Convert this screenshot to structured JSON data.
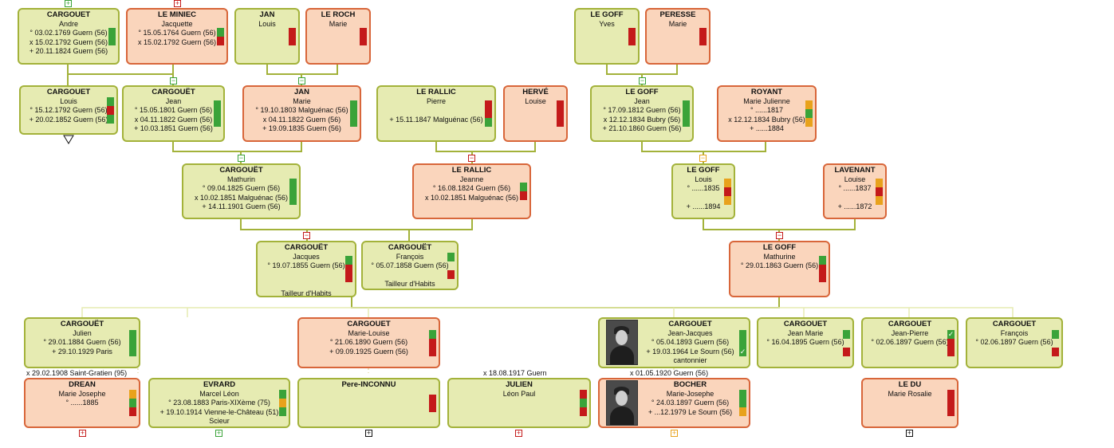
{
  "colors": {
    "flag_green": "#3aa339",
    "flag_red": "#c41a1a",
    "flag_orange": "#e8a21c",
    "male_border": "#a3b23a",
    "female_border": "#d8663a"
  },
  "people": [
    {
      "id": "cargouet-andre",
      "sex": "m",
      "name": "CARGOUET",
      "first": "Andre",
      "events": [
        "° 03.02.1769 Guern (56)",
        "x 15.02.1792 Guern (56)",
        "+ 20.11.1824 Guern (56)"
      ],
      "flags": [
        "green",
        "green"
      ]
    },
    {
      "id": "le-miniec-jacquette",
      "sex": "f",
      "name": "LE MINIEC",
      "first": "Jacquette",
      "events": [
        "° 15.05.1764 Guern (56)",
        "x 15.02.1792 Guern (56)"
      ],
      "flags": [
        "green",
        "red"
      ]
    },
    {
      "id": "jan-louis",
      "sex": "m",
      "name": "JAN",
      "first": "Louis",
      "events": [],
      "flags": [
        "red",
        "red"
      ]
    },
    {
      "id": "le-roch-marie",
      "sex": "f",
      "name": "LE ROCH",
      "first": "Marie",
      "events": [],
      "flags": [
        "red",
        "red"
      ]
    },
    {
      "id": "le-goff-yves",
      "sex": "m",
      "name": "LE GOFF",
      "first": "Yves",
      "events": [],
      "flags": [
        "red",
        "red"
      ]
    },
    {
      "id": "peresse-marie",
      "sex": "f",
      "name": "PERESSE",
      "first": "Marie",
      "events": [],
      "flags": [
        "red",
        "red"
      ]
    },
    {
      "id": "cargouet-louis",
      "sex": "m",
      "name": "CARGOUET",
      "first": "Louis",
      "events": [
        "° 15.12.1792 Guern (56)",
        "+ 20.02.1852 Guern (56)"
      ],
      "flags": [
        "green",
        "red",
        "green"
      ]
    },
    {
      "id": "cargouet-jean",
      "sex": "m",
      "name": "CARGOUËT",
      "first": "Jean",
      "events": [
        "° 15.05.1801 Guern (56)",
        "x 04.11.1822 Guern (56)",
        "+ 10.03.1851 Guern (56)"
      ],
      "flags": [
        "green",
        "green",
        "green"
      ]
    },
    {
      "id": "jan-marie",
      "sex": "f",
      "name": "JAN",
      "first": "Marie",
      "events": [
        "° 19.10.1803 Malguénac (56)",
        "x 04.11.1822 Guern (56)",
        "+ 19.09.1835 Guern (56)"
      ],
      "flags": [
        "green",
        "green",
        "green"
      ]
    },
    {
      "id": "le-rallic-pierre",
      "sex": "m",
      "name": "LE RALLIC",
      "first": "Pierre",
      "events": [
        "",
        "+ 15.11.1847 Malguénac (56)"
      ],
      "flags": [
        "red",
        "red",
        "green"
      ]
    },
    {
      "id": "herve-louise",
      "sex": "f",
      "name": "HERVÉ",
      "first": "Louise",
      "events": [],
      "flags": [
        "red",
        "red",
        "red"
      ]
    },
    {
      "id": "le-goff-jean",
      "sex": "m",
      "name": "LE GOFF",
      "first": "Jean",
      "events": [
        "° 17.09.1812 Guern (56)",
        "x 12.12.1834 Bubry (56)",
        "+ 21.10.1860 Guern (56)"
      ],
      "flags": [
        "green",
        "green",
        "green"
      ]
    },
    {
      "id": "royant-marie-julienne",
      "sex": "f",
      "name": "ROYANT",
      "first": "Marie Julienne",
      "events": [
        "° ......1817",
        "x 12.12.1834 Bubry (56)",
        "+ ......1884"
      ],
      "flags": [
        "orange",
        "green",
        "orange"
      ]
    },
    {
      "id": "cargouet-mathurin",
      "sex": "m",
      "name": "CARGOUËT",
      "first": "Mathurin",
      "events": [
        "° 09.04.1825 Guern (56)",
        "x 10.02.1851 Malguénac (56)",
        "+ 14.11.1901 Guern (56)"
      ],
      "flags": [
        "green",
        "green",
        "green"
      ]
    },
    {
      "id": "le-rallic-jeanne",
      "sex": "f",
      "name": "LE RALLIC",
      "first": "Jeanne",
      "events": [
        "° 16.08.1824 Guern (56)",
        "x 10.02.1851 Malguénac (56)"
      ],
      "flags": [
        "green",
        "red"
      ]
    },
    {
      "id": "le-goff-louis",
      "sex": "m",
      "name": "LE GOFF",
      "first": "Louis",
      "events": [
        "° ......1835",
        "",
        "+ ......1894"
      ],
      "flags": [
        "orange",
        "red",
        "orange"
      ]
    },
    {
      "id": "lavenant-louise",
      "sex": "f",
      "name": "LAVENANT",
      "first": "Louise",
      "events": [
        "° ......1837",
        "",
        "+ ......1872"
      ],
      "flags": [
        "orange",
        "red",
        "orange"
      ]
    },
    {
      "id": "cargouet-jacques",
      "sex": "m",
      "name": "CARGOUËT",
      "first": "Jacques",
      "events": [
        "° 19.07.1855 Guern (56)"
      ],
      "note": "Tailleur d'Habits",
      "flags": [
        "green",
        "red",
        "red"
      ]
    },
    {
      "id": "cargouet-francois-1858",
      "sex": "m",
      "name": "CARGOUËT",
      "first": "François",
      "events": [
        "° 05.07.1858 Guern (56)"
      ],
      "note": "Tailleur d'Habits",
      "flags": [
        "green",
        "",
        "red"
      ]
    },
    {
      "id": "le-goff-mathurine",
      "sex": "f",
      "name": "LE GOFF",
      "first": "Mathurine",
      "events": [
        "° 29.01.1863 Guern (56)"
      ],
      "flags": [
        "green",
        "red",
        "red"
      ]
    },
    {
      "id": "cargouet-julien",
      "sex": "m",
      "name": "CARGOUËT",
      "first": "Julien",
      "events": [
        "° 29.01.1884 Guern (56)",
        "+ 29.10.1929 Paris"
      ],
      "flags": [
        "green",
        "green",
        "green"
      ]
    },
    {
      "id": "cargouet-marie-louise",
      "sex": "f",
      "name": "CARGOUET",
      "first": "Marie-Louise",
      "events": [
        "° 21.06.1890 Guern (56)",
        "+ 09.09.1925 Guern (56)"
      ],
      "flags": [
        "green",
        "red",
        "red"
      ]
    },
    {
      "id": "cargouet-jean-jacques",
      "sex": "m",
      "name": "CARGOUET",
      "first": "Jean-Jacques",
      "events": [
        "° 05.04.1893 Guern (56)",
        "+ 19.03.1964 Le Sourn (56)"
      ],
      "note": "cantonnier",
      "flags": [
        "green",
        "green",
        "check"
      ]
    },
    {
      "id": "cargouet-jean-marie",
      "sex": "m",
      "name": "CARGOUET",
      "first": "Jean Marie",
      "events": [
        "° 16.04.1895 Guern (56)"
      ],
      "flags": [
        "green",
        "",
        "red"
      ]
    },
    {
      "id": "cargouet-jean-pierre",
      "sex": "m",
      "name": "CARGOUET",
      "first": "Jean-Pierre",
      "events": [
        "° 02.06.1897 Guern (56)"
      ],
      "flags": [
        "check",
        "red",
        "red"
      ]
    },
    {
      "id": "cargouet-francois-1897",
      "sex": "m",
      "name": "CARGOUET",
      "first": "François",
      "events": [
        "° 02.06.1897 Guern (56)"
      ],
      "flags": [
        "green",
        "",
        "red"
      ]
    },
    {
      "id": "drean-marie-josephe",
      "sex": "f",
      "name": "DREAN",
      "first": "Marie Josephe",
      "events": [
        "° ......1885"
      ],
      "flags": [
        "orange",
        "green",
        "red"
      ]
    },
    {
      "id": "evrard-marcel-leon",
      "sex": "m",
      "name": "EVRARD",
      "first": "Marcel Léon",
      "events": [
        "° 23.08.1883 Paris-XIXème (75)",
        "+ 19.10.1914 Vienne-le-Château (51)"
      ],
      "note": "Scieur",
      "flags": [
        "green",
        "orange",
        "green"
      ]
    },
    {
      "id": "pere-inconnu",
      "sex": "m",
      "name": "Pere-INCONNU",
      "first": "",
      "events": [],
      "flags": [
        "red",
        "red"
      ]
    },
    {
      "id": "julien-leon-paul",
      "sex": "m",
      "name": "JULIEN",
      "first": "Léon Paul",
      "events": [],
      "flags": [
        "red",
        "green",
        "red"
      ]
    },
    {
      "id": "bocher-marie-josephe",
      "sex": "f",
      "name": "BOCHER",
      "first": "Marie-Josephe",
      "events": [
        "° 24.03.1897 Guern (56)",
        "+ ...12.1979 Le Sourn (56)"
      ],
      "flags": [
        "green",
        "green",
        "orange"
      ]
    },
    {
      "id": "le-du-marie-rosalie",
      "sex": "f",
      "name": "LE DU",
      "first": "Marie Rosalie",
      "events": [],
      "flags": [
        "red",
        "red",
        "red"
      ]
    }
  ],
  "marriage_labels": [
    {
      "id": "julien-drean",
      "text": "x 29.02.1908 Saint-Gratien (95)"
    },
    {
      "id": "marie-louise-julien",
      "text": "x 18.08.1917 Guern"
    },
    {
      "id": "jean-jacques-bocher",
      "text": "x 01.05.1920 Guern (56)"
    }
  ],
  "toggle_symbols": {
    "expand": "+",
    "collapse": "−"
  }
}
